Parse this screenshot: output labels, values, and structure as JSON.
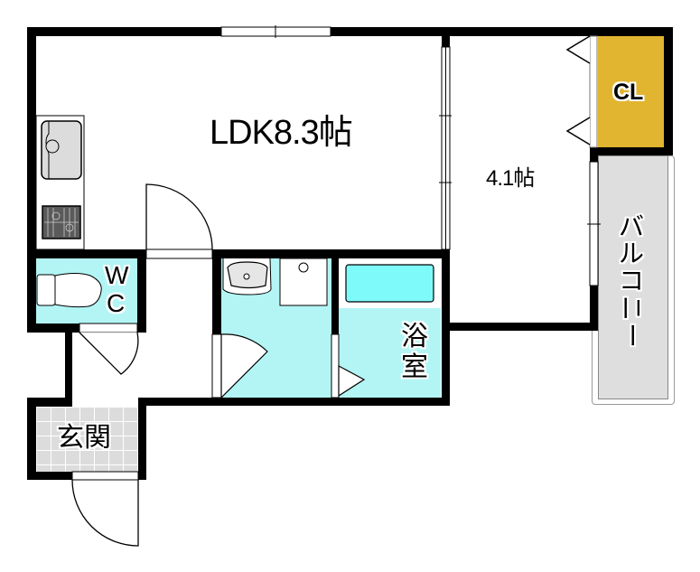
{
  "floorplan": {
    "rooms": {
      "ldk": {
        "label": "LDK8.3帖",
        "fill": "#ffffff"
      },
      "bedroom": {
        "label": "4.1帖",
        "fill": "#ffffff"
      },
      "closet": {
        "label": "CL",
        "fill": "#E2B531"
      },
      "balcony": {
        "label_chars": [
          "バ",
          "ル",
          "コ",
          "ニ",
          "ー"
        ],
        "label": "バルコニー",
        "fill": "#DEDEDE"
      },
      "wc": {
        "label_line1": "W",
        "label_line2": "C",
        "fill": "#B3F5F5"
      },
      "washroom": {
        "fill": "#B3F5F5"
      },
      "bathroom": {
        "label_line1": "浴",
        "label_line2": "室",
        "fill": "#B3F5F5",
        "tub_fill": "#7FFAFA"
      },
      "entrance": {
        "label": "玄関",
        "fill": "#DCDCDC"
      }
    },
    "colors": {
      "wall": "#000000",
      "sink": "#DCDCDC",
      "stove": "#5A5A5A"
    }
  }
}
